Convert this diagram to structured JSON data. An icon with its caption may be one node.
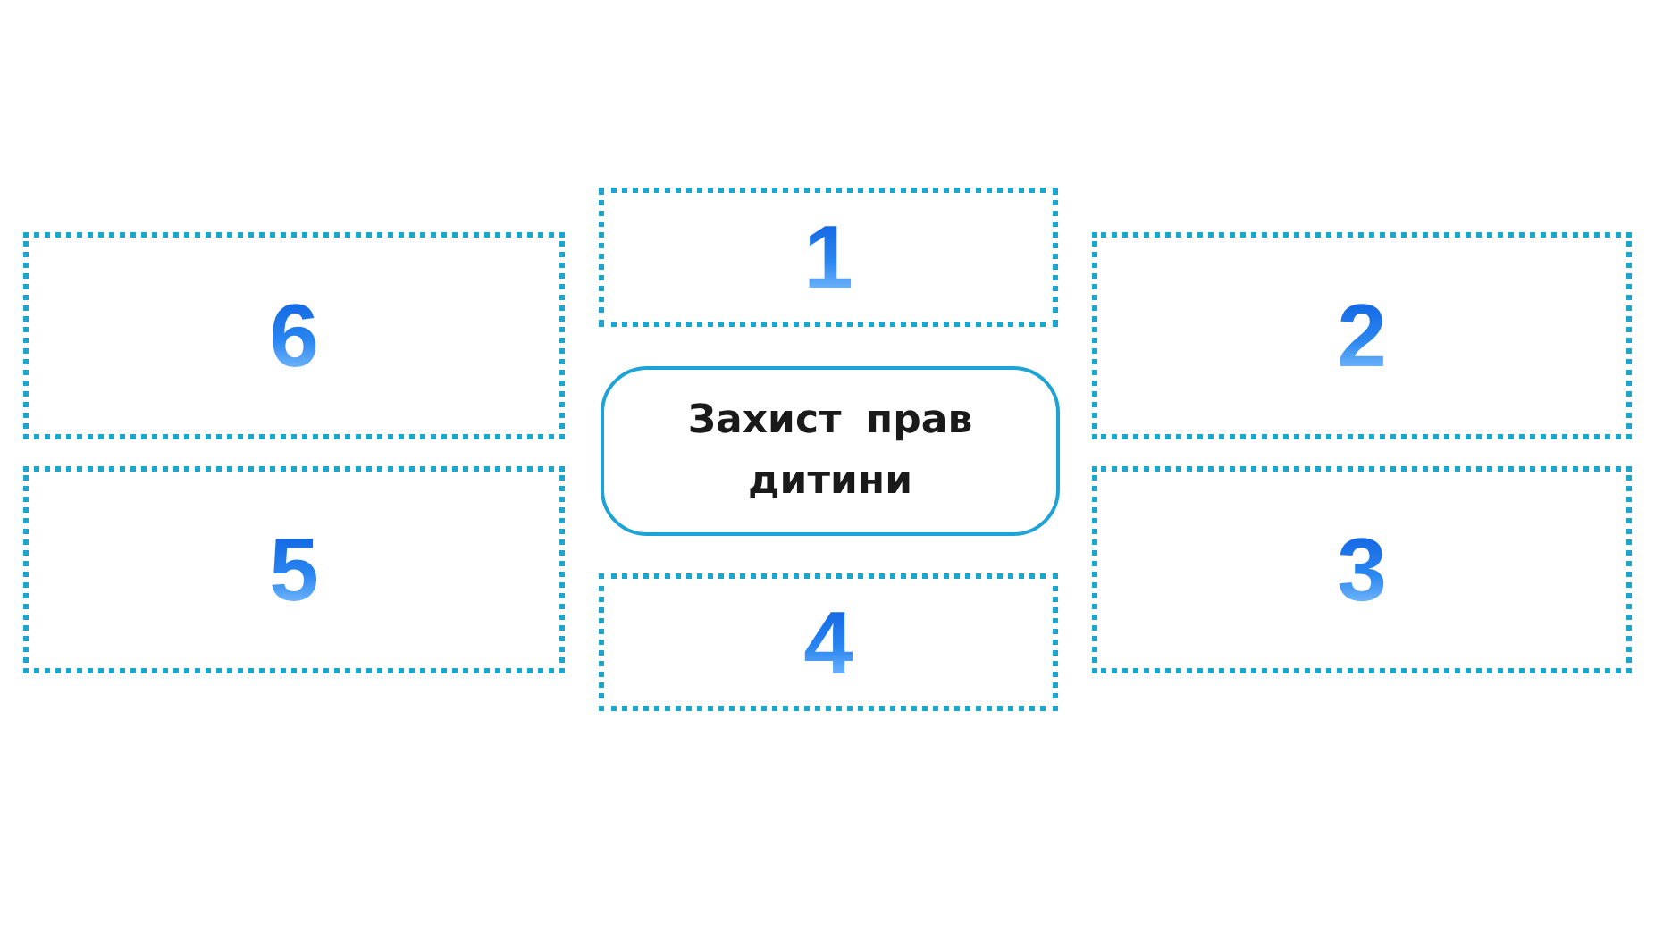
{
  "diagram": {
    "nodes": [
      {
        "text": [
          "1"
        ]
      },
      {
        "text": [
          "6"
        ]
      },
      {
        "text": [
          "2"
        ]
      },
      {
        "text": [
          "Захист прав дитини"
        ]
      },
      {
        "text": [
          "5"
        ]
      },
      {
        "text": [
          "3"
        ]
      },
      {
        "text": [
          "4"
        ]
      }
    ]
  }
}
